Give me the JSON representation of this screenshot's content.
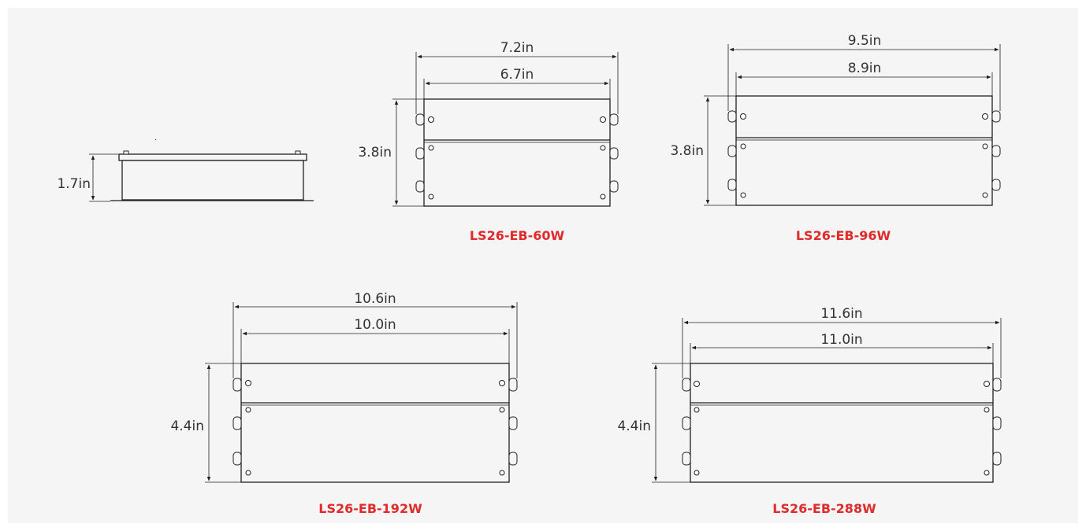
{
  "colors": {
    "background": "#ffffff",
    "panel": "#f5f5f5",
    "line": "#1f1f1f",
    "dimension_text": "#333333",
    "model_label": "#e02b2b"
  },
  "side_view": {
    "height_label": "1.7in"
  },
  "drawings": [
    {
      "model": "LS26-EB-60W",
      "overall_width": "7.2in",
      "body_width": "6.7in",
      "height": "3.8in"
    },
    {
      "model": "LS26-EB-96W",
      "overall_width": "9.5in",
      "body_width": "8.9in",
      "height": "3.8in"
    },
    {
      "model": "LS26-EB-192W",
      "overall_width": "10.6in",
      "body_width": "10.0in",
      "height": "4.4in"
    },
    {
      "model": "LS26-EB-288W",
      "overall_width": "11.6in",
      "body_width": "11.0in",
      "height": "4.4in"
    }
  ]
}
